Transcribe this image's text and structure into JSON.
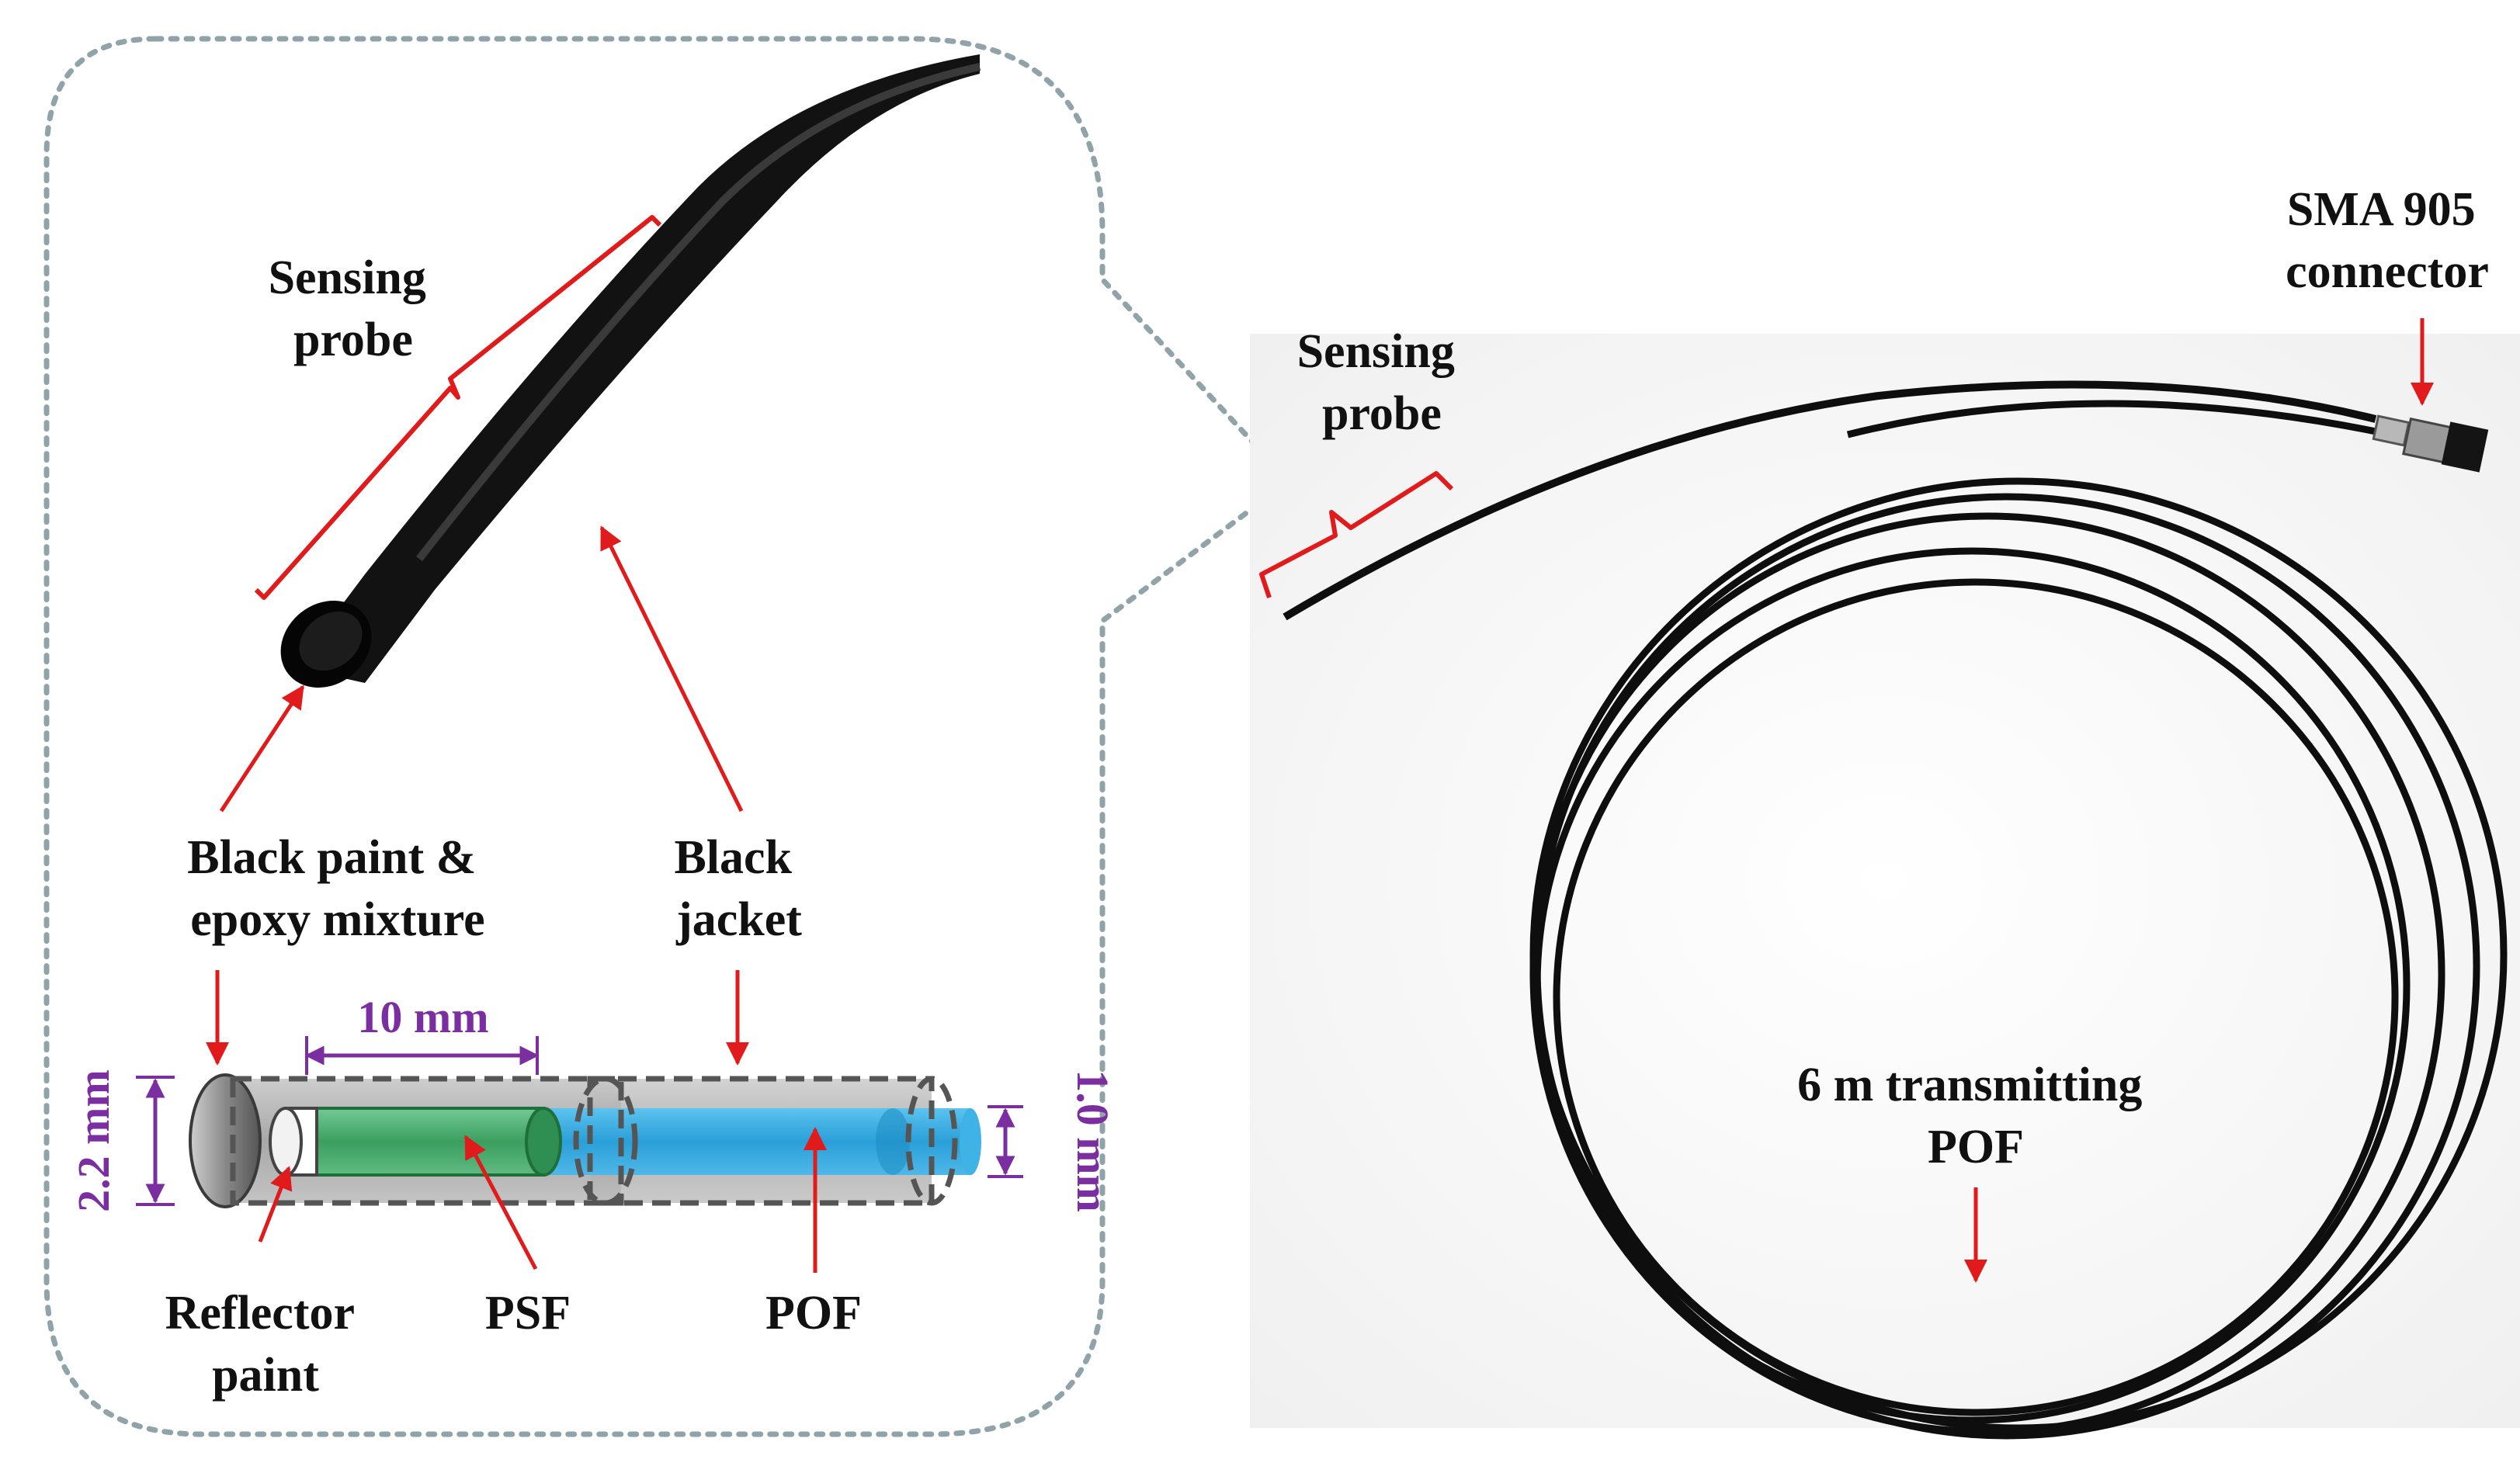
{
  "colors": {
    "arrow": "#e11b1b",
    "dimension": "#7a2ea0",
    "callout_border": "#8fa3a8",
    "psf": "#3fae6a",
    "pof": "#2fa7e0",
    "jacket": "#9a9a9a",
    "fiber": "#0e0e0e"
  },
  "labels": {
    "sensing_probe_zoom": [
      "Sensing",
      "probe"
    ],
    "sensing_probe_photo": [
      "Sensing",
      "probe"
    ],
    "sma_connector": [
      "SMA 905",
      "connector"
    ],
    "black_paint_epoxy": [
      "Black paint &",
      "epoxy mixture"
    ],
    "black_jacket": [
      "Black",
      "jacket"
    ],
    "reflector_paint": [
      "Reflector",
      "paint"
    ],
    "psf": "PSF",
    "pof": "POF",
    "transmitting_pof": [
      "6 m transmitting",
      "POF"
    ]
  },
  "dimensions": {
    "outer_diameter": "2.2 mm",
    "sensing_length": "10 mm",
    "inner_diameter": "1.0 mm"
  },
  "icons": [
    "zoom-photo-probe",
    "coiled-fiber-photo",
    "sma-connector-icon",
    "schematic-probe"
  ]
}
